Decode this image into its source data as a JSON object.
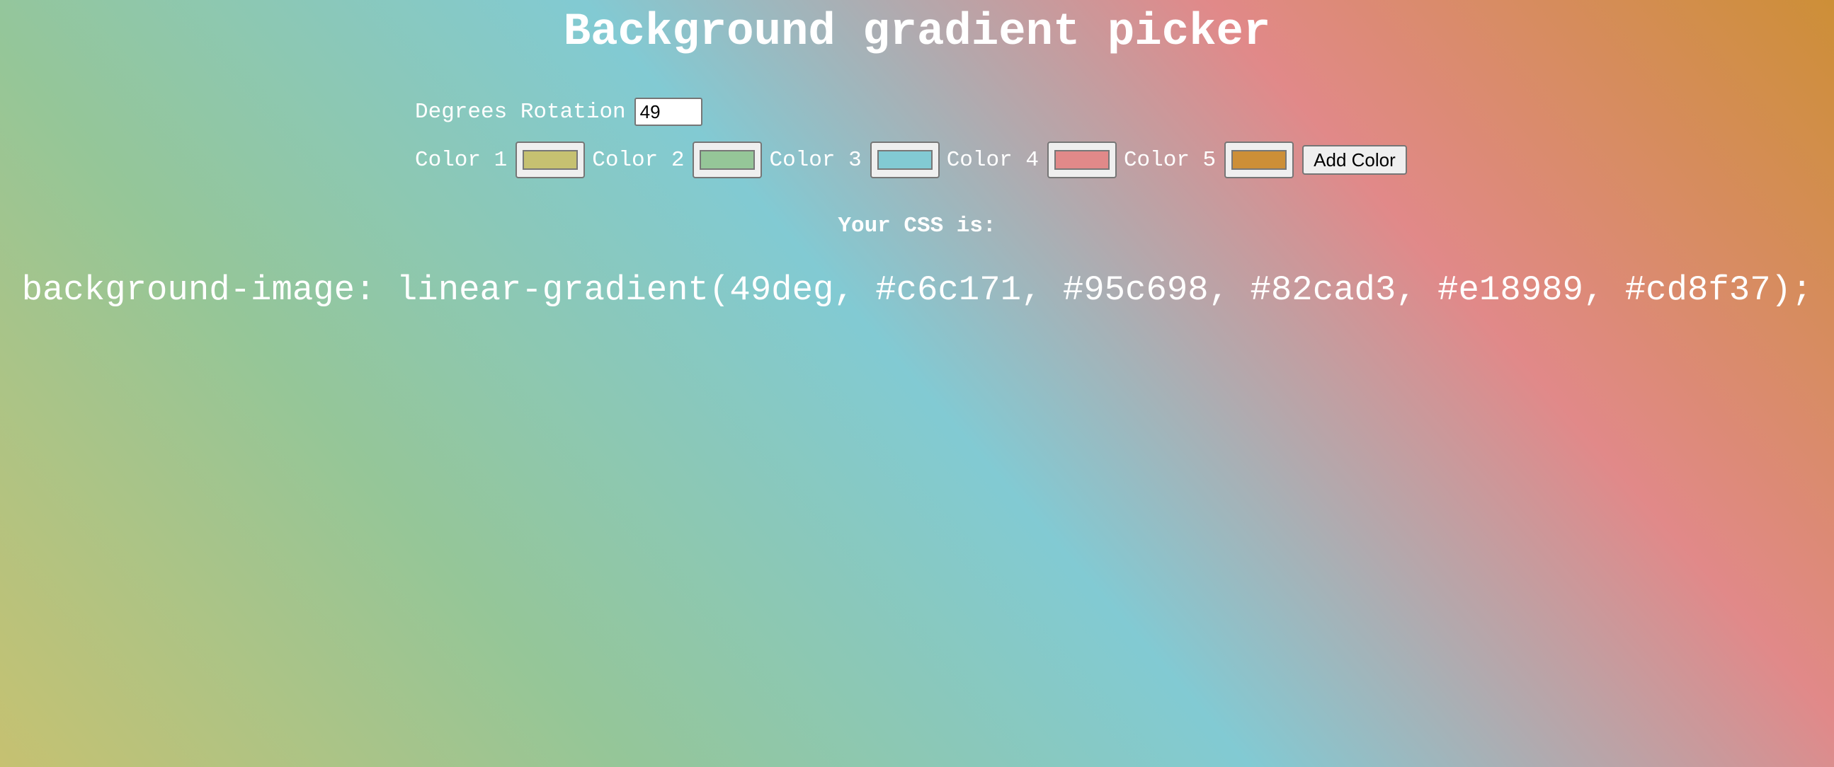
{
  "page": {
    "title": "Background gradient picker"
  },
  "controls": {
    "degrees_label": "Degrees Rotation",
    "degrees_value": "49",
    "colors": [
      {
        "label": "Color 1",
        "hex": "#c6c171"
      },
      {
        "label": "Color 2",
        "hex": "#95c698"
      },
      {
        "label": "Color 3",
        "hex": "#82cad3"
      },
      {
        "label": "Color 4",
        "hex": "#e18989"
      },
      {
        "label": "Color 5",
        "hex": "#cd8f37"
      }
    ],
    "add_color_label": "Add Color"
  },
  "output": {
    "label": "Your CSS is:",
    "css": "background-image: linear-gradient(49deg, #c6c171, #95c698, #82cad3, #e18989, #cd8f37);"
  }
}
